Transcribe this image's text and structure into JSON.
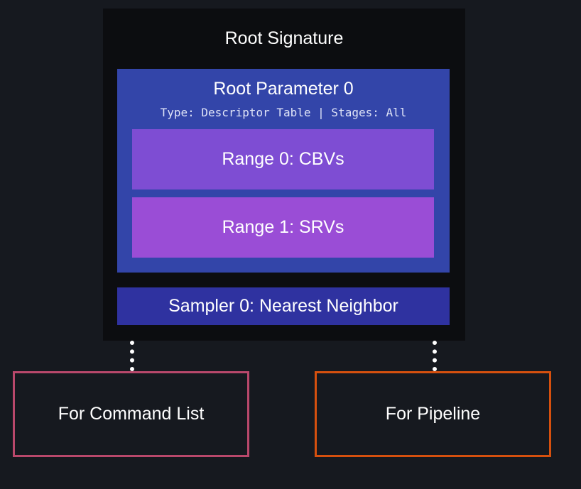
{
  "root_signature": {
    "title": "Root Signature",
    "root_parameter": {
      "title": "Root Parameter 0",
      "subtitle": "Type: Descriptor Table | Stages: All",
      "ranges": [
        {
          "label": "Range 0: CBVs",
          "color": "#7e4dd3"
        },
        {
          "label": "Range 1: SRVs",
          "color": "#9a4dd6"
        }
      ],
      "color": "#3345a9"
    },
    "sampler": {
      "label": "Sampler 0: Nearest Neighbor",
      "color": "#2f32a0"
    }
  },
  "targets": [
    {
      "label": "For Command List",
      "border_color": "#b9486b"
    },
    {
      "label": "For Pipeline",
      "border_color": "#d6500e"
    }
  ]
}
